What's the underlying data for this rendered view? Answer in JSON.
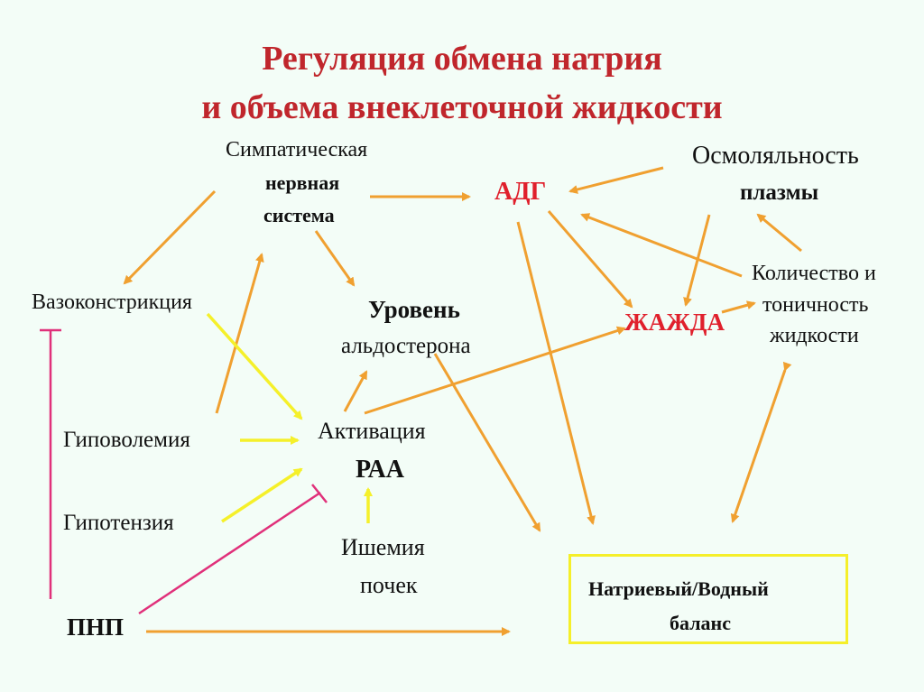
{
  "title": {
    "line1": "Регуляция обмена натрия",
    "line2": "и объема внеклеточной жидкости"
  },
  "nodes": {
    "sympathetic": {
      "line1": "Симпатическая",
      "line2": "нервная",
      "line3": "система"
    },
    "adh": "АДГ",
    "osmolality": {
      "line1": "Осмоляльность",
      "line2": "плазмы"
    },
    "vasoconstriction": "Вазоконстрикция",
    "aldosterone": {
      "line1": "Уровень",
      "line2": "альдостерона"
    },
    "thirst": "ЖАЖДА",
    "fluid_amount": {
      "line1": "Количество и",
      "line2": "тоничность",
      "line3": "жидкости"
    },
    "hypovolemia": "Гиповолемия",
    "raa": {
      "line1": "Активация",
      "line2": "РАА"
    },
    "hypotension": "Гипотензия",
    "ischemia": {
      "line1": "Ишемия",
      "line2": "почек"
    },
    "anp": "ПНП",
    "balance": {
      "line1": "Натриевый/Водный",
      "line2": "баланс"
    }
  },
  "colors": {
    "title": "#c0262c",
    "accent_red": "#e0202c",
    "arrow_orange": "#f0a030",
    "arrow_yellow": "#f5f02a",
    "inhibit_pink": "#e0307a",
    "box_border": "#f5ef2a"
  }
}
